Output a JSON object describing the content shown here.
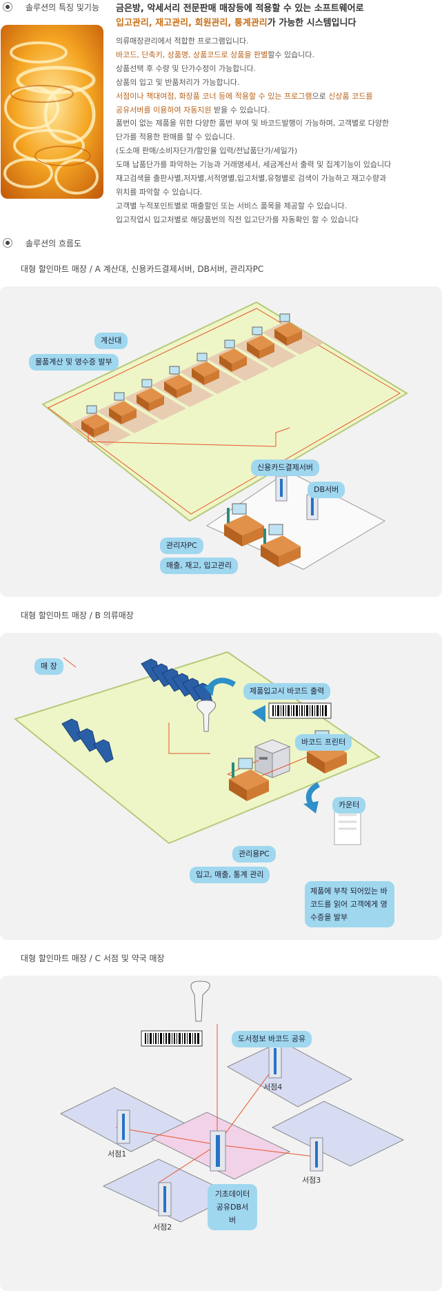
{
  "features": {
    "heading": "솔루션의 특징 및기능",
    "headline_line1": "금은방, 악세서리 전문판매 매장등에 적용할 수 있는 소프트웨어로",
    "headline_hl": "입고관리, 재고관리, 회원관리, 통계관리",
    "headline_rest": "가 가능한 시스템입니다",
    "lines": [
      "의류매장관리에서 적합한 프로그램입니다.",
      {
        "hl": "바코드, 단축키, 상품명, 상품코드로 상품을 판별",
        "rest": "할수 있습니다."
      },
      "상품선택 후 수량 및 단가수정이 가능합니다.",
      "상품의 입고 및 반품처리가 가능합니다.",
      {
        "hl": "서점이나 책대여점, 화장품 코너 등에 적용할 수 있는 프로그램",
        "rest": "으로 ",
        "hl2": "신상품 코드를"
      },
      {
        "hl": "공유서버를 이용하여 자동지원",
        "rest": " 받을 수 있습니다."
      },
      "품번이 없는 제품을 위한 다양한 품번 부여 및 바코드발행이 가능하며, 고객별로 다양한",
      "단가를 적용한 판매를 할 수 있습니다.",
      "(도소매 판매/소비자단가/할인율 입력/전납품단가/세일가)",
      "도매 납품단가를 파악하는 기능과 거래명세서, 세금계산서 출력 및 집계기능이 있습니다",
      "재고검색을 출판사별,저자별,서적명별,입고처별,유형별로 검색이 가능하고 재고수량과",
      "위치를 파악할 수 있습니다.",
      "고객별 누적포인트별로 매출할인 또는 서비스 품목을 제공할 수 있습니다.",
      "입고작업시 입고처별로 해당품번의 직전 입고단가를 자동확인 할 수 있습니다"
    ]
  },
  "flow": {
    "heading": "솔루션의 흐름도",
    "a": {
      "title": "대형 할인마트 매장 / A 계산대, 신용카드결제서버, DB서버, 관리자PC",
      "labels": {
        "counter": "계산대",
        "counter_desc": "물품계산 및 영수증 발부",
        "card_server": "신용카드결제서버",
        "db_server": "DB서버",
        "admin_pc": "관리자PC",
        "admin_desc": "매출, 재고, 입고관리"
      }
    },
    "b": {
      "title": "대형 할인마트 매장 / B 의류매장",
      "labels": {
        "store": "매 장",
        "barcode_out": "제품입고시 바코드 출력",
        "printer": "바코드 프린터",
        "counter": "카운터",
        "mgmt_pc": "관리용PC",
        "mgmt_desc": "입고, 매출, 통계 관리",
        "receipt_desc": "제품에 부착 되어있는 바코드를 읽어 고객에게 영수증을 발부"
      }
    },
    "c": {
      "title": "대형 할인마트 매장 / C 서점 및 약국 매장",
      "labels": {
        "barcode_share": "도서정보 바코드 공유",
        "store1": "서점1",
        "store2": "서점2",
        "store3": "서점3",
        "store4": "서점4",
        "base_db_line1": "기초데이터",
        "base_db_line2": "공유DB서버"
      }
    }
  },
  "colors": {
    "highlight": "#c8701a",
    "pill": "#9fd7ef",
    "panel": "#f2f2f2",
    "floor": "#eef6c7",
    "line": "#e8542a"
  }
}
